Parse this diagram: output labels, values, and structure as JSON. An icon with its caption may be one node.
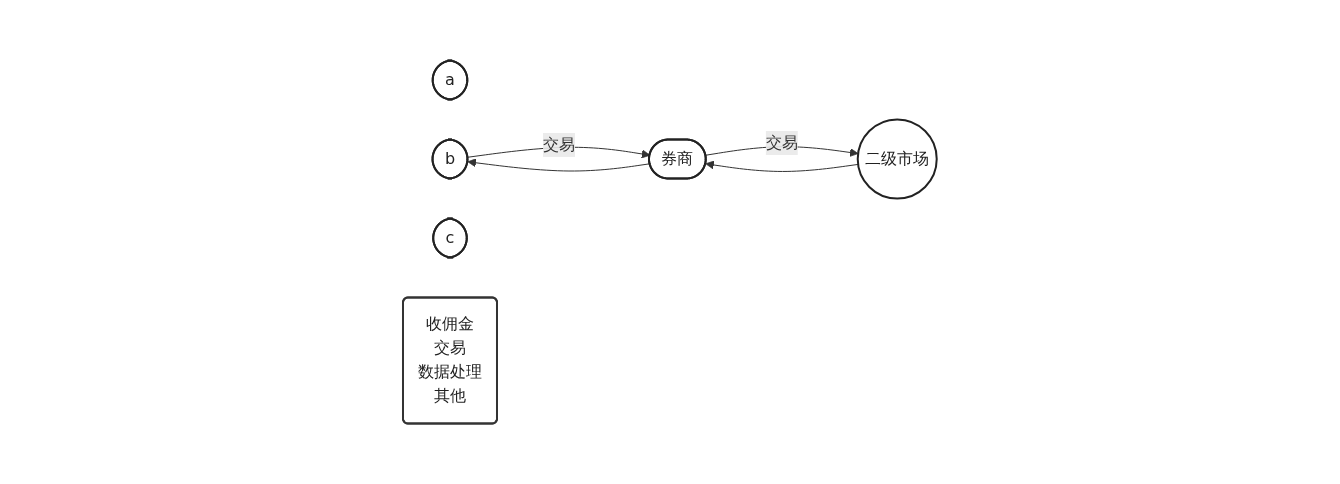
{
  "diagram": {
    "nodes": [
      {
        "text": [
          "a"
        ]
      },
      {
        "text": [
          "b"
        ]
      },
      {
        "text": [
          "c"
        ]
      },
      {
        "text": [
          "券商"
        ]
      },
      {
        "text": [
          "收佣金",
          "交易",
          "数据处理",
          "其他"
        ]
      },
      {
        "text": [
          "二级市场"
        ]
      }
    ],
    "edges": [
      {
        "from": 1,
        "to": 3,
        "arrow": "to",
        "label": "交易"
      },
      {
        "from": 3,
        "to": 1,
        "arrow": "to"
      },
      {
        "from": 3,
        "to": 5,
        "arrow": "to",
        "label": "交易"
      },
      {
        "from": 5,
        "to": 3,
        "arrow": "to"
      }
    ]
  }
}
